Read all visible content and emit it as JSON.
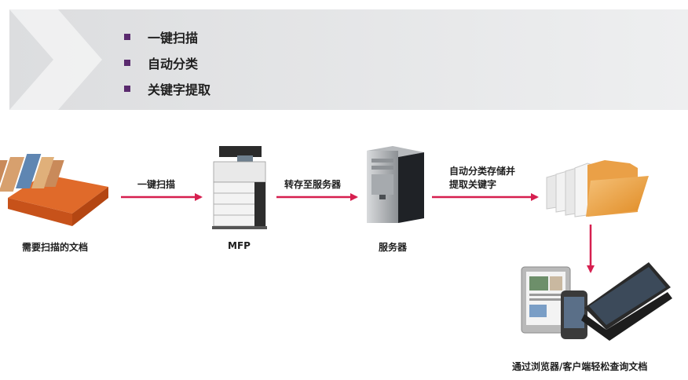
{
  "banner": {
    "bullets": [
      "一键扫描",
      "自动分类",
      "关键字提取"
    ],
    "bullet_color": "#5a2a6e",
    "background_color": "#e6e7e8"
  },
  "flow": {
    "arrow_color": "#d61f4f",
    "nodes": {
      "documents": "需要扫描的文档",
      "mfp": "MFP",
      "server": "服务器",
      "devices": "通过浏览器/客户端轻松查询文档"
    },
    "edges": {
      "scan": "一键扫描",
      "transfer": "转存至服务器",
      "classify_line1": "自动分类存储并",
      "classify_line2": "提取关键字"
    }
  }
}
